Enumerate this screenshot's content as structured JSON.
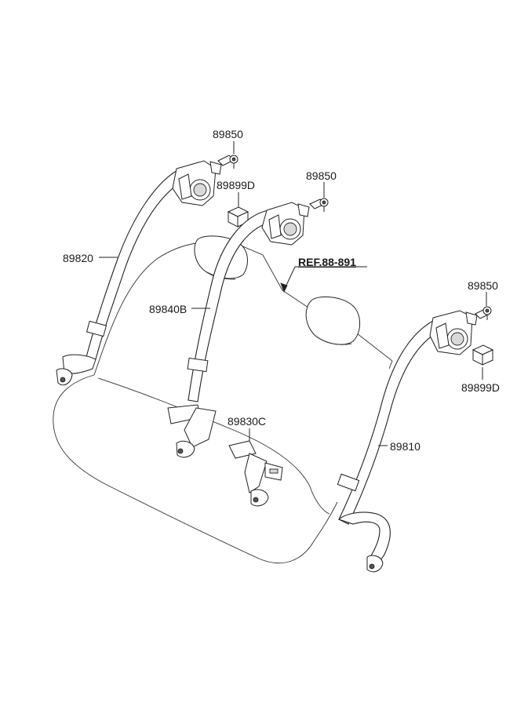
{
  "labels": {
    "rear_belt_left": "89820",
    "rear_belt_center": "89840B",
    "rear_belt_right": "89810",
    "buckle_center": "89830C",
    "bolt_left": "89850",
    "bolt_center": "89850",
    "bolt_right": "89850",
    "cover_left": "89899D",
    "cover_right": "89899D",
    "reference": "REF.88-891"
  }
}
